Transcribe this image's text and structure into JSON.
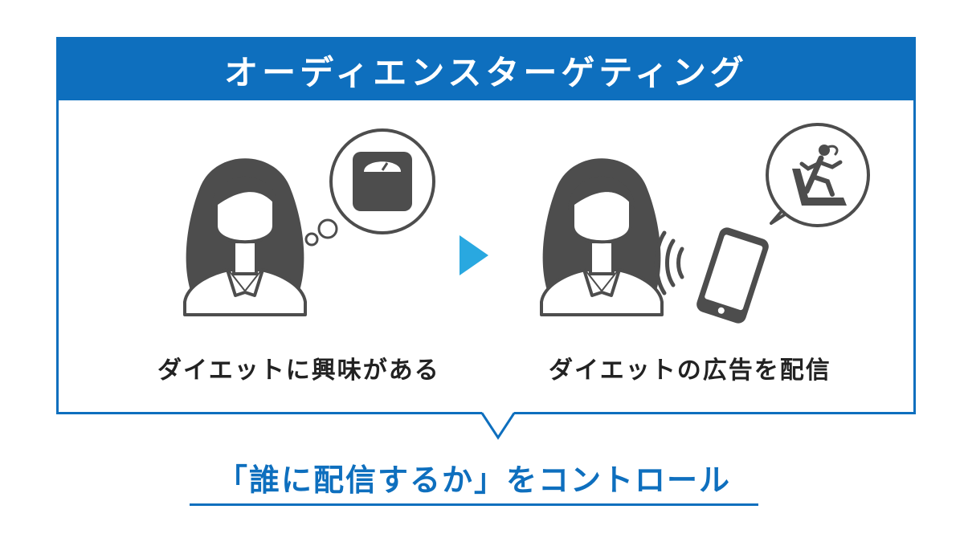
{
  "header": {
    "title": "オーディエンスターゲティング"
  },
  "steps": [
    {
      "caption": "ダイエットに興味がある",
      "icon": "scale-icon"
    },
    {
      "caption": "ダイエットの広告を配信",
      "icon": "treadmill-runner-icon"
    }
  ],
  "footer": {
    "text": "「誰に配信するか」をコントロール"
  },
  "colors": {
    "accent": "#0e6fbe",
    "arrow": "#29a8e0",
    "figure": "#4d4d4d",
    "text": "#222222"
  }
}
